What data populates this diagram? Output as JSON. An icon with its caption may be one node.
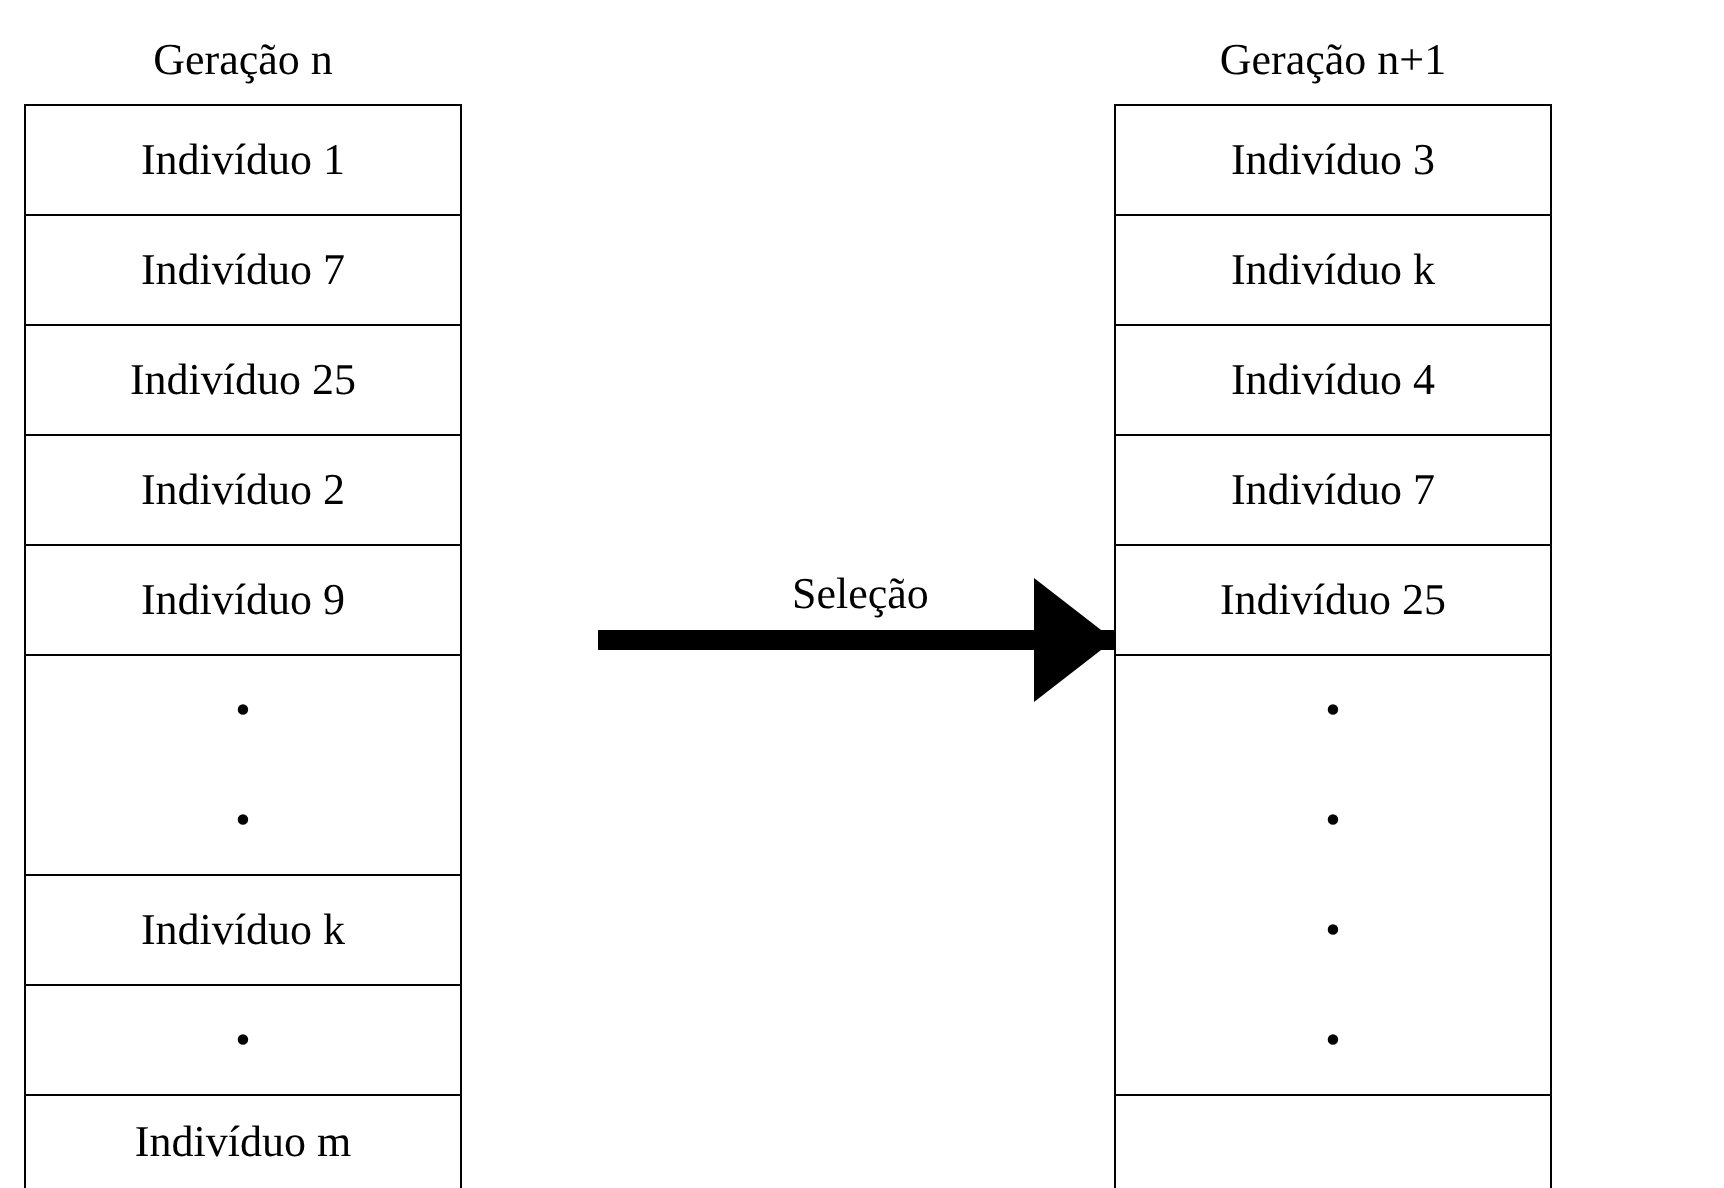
{
  "diagram": {
    "nodes": [
      {
        "text": [
          "Geração n"
        ]
      },
      {
        "text": [
          "Indivíduo 1"
        ],
        "in": 0
      },
      {
        "text": [
          "Indivíduo 7"
        ],
        "in": 0
      },
      {
        "text": [
          "Indivíduo 25"
        ],
        "in": 0
      },
      {
        "text": [
          "Indivíduo 2"
        ],
        "in": 0
      },
      {
        "text": [
          "Indivíduo 9"
        ],
        "in": 0
      },
      {
        "text": [
          "•",
          "•"
        ],
        "in": 0
      },
      {
        "text": [
          "Indivíduo k"
        ],
        "in": 0
      },
      {
        "text": [
          "•"
        ],
        "in": 0
      },
      {
        "text": [
          "Indivíduo m"
        ],
        "in": 0
      },
      {
        "text": [
          "Geração n+1"
        ]
      },
      {
        "text": [
          "Indivíduo 3"
        ],
        "in": 10
      },
      {
        "text": [
          "Indivíduo k"
        ],
        "in": 10
      },
      {
        "text": [
          "Indivíduo 4"
        ],
        "in": 10
      },
      {
        "text": [
          "Indivíduo 7"
        ],
        "in": 10
      },
      {
        "text": [
          "Indivíduo 25"
        ],
        "in": 10
      },
      {
        "text": [
          "•",
          "•",
          "•",
          "•"
        ],
        "in": 10
      },
      {
        "text": [],
        "shape": "box",
        "in": 10
      }
    ],
    "edges": [
      {
        "from": 0,
        "to": 10,
        "arrow": "to",
        "label": "Seleção"
      }
    ]
  }
}
